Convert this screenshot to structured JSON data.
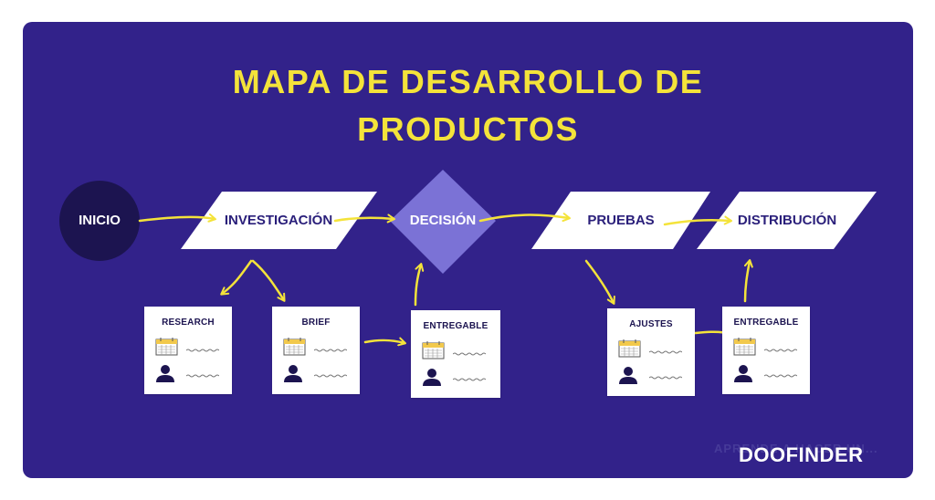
{
  "title": {
    "line1": "MAPA DE DESARROLLO DE",
    "line2": "PRODUCTOS"
  },
  "nodes": {
    "inicio": "INICIO",
    "investigacion": "INVESTIGACIÓN",
    "decision": "DECISIÓN",
    "pruebas": "PRUEBAS",
    "distribucion": "DISTRIBUCIÓN"
  },
  "cards": {
    "research": "RESEARCH",
    "brief": "BRIEF",
    "entregable_1": "ENTREGABLE",
    "ajustes": "AJUSTES",
    "entregable_2": "ENTREGABLE"
  },
  "colors": {
    "background": "#32228a",
    "title": "#f4e33a",
    "arrows": "#f4e33a",
    "decision_fill": "#7b72d6",
    "inicio_fill": "#1c1450",
    "parallelogram_fill": "#ffffff"
  },
  "watermark": "APRENDE A HACER UN...",
  "brand": "DOOFINDER"
}
